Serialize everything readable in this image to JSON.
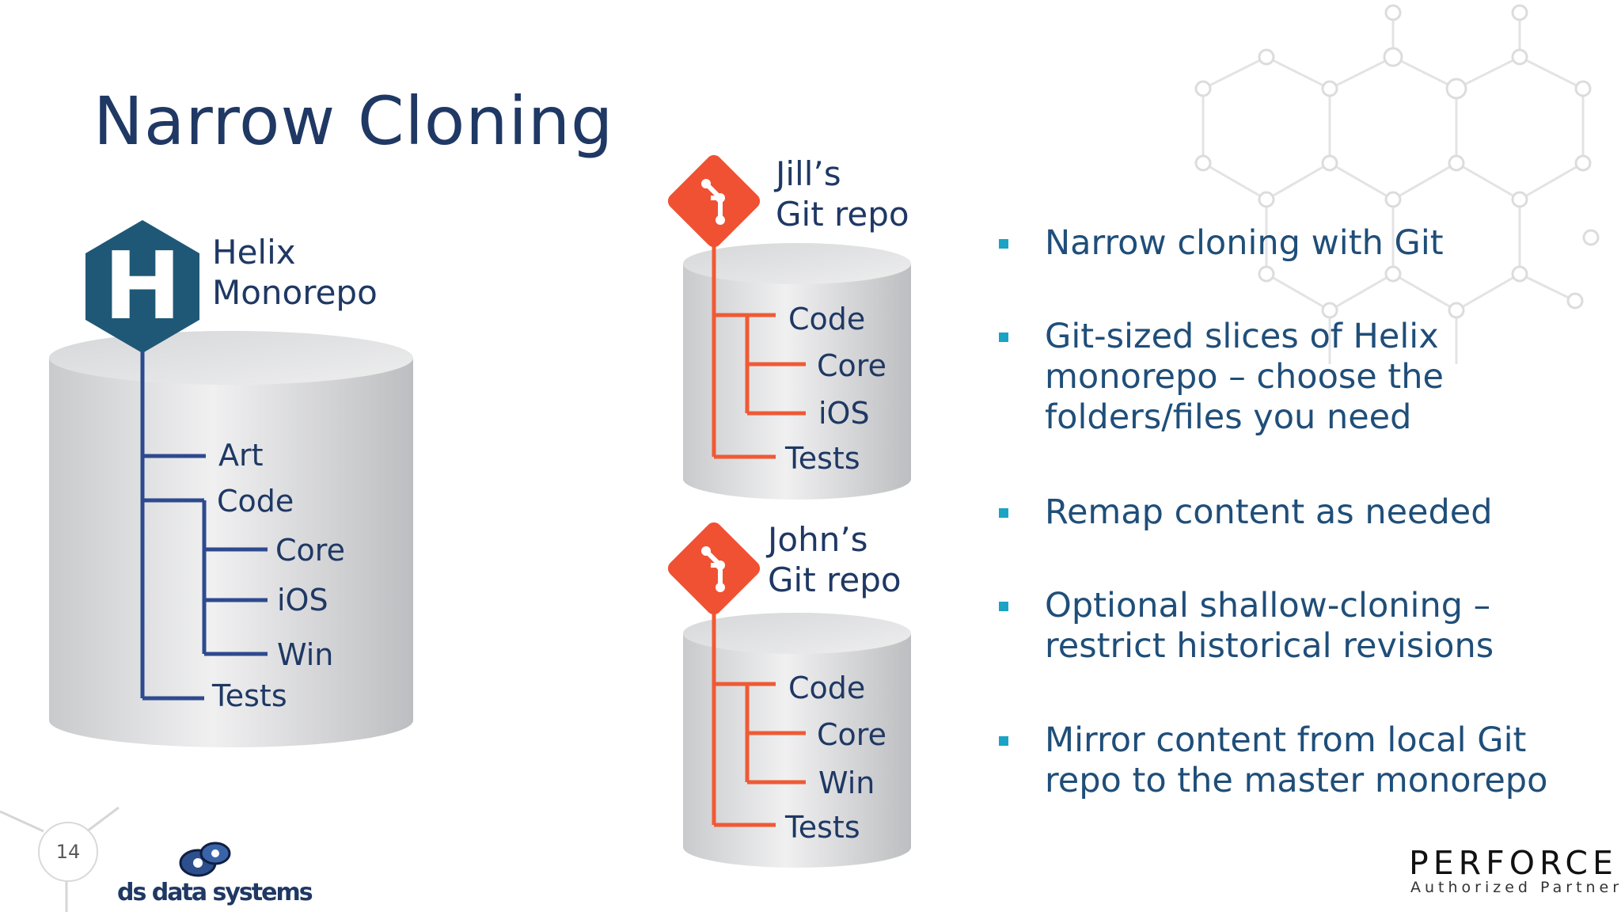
{
  "slide": {
    "title": "Narrow Cloning",
    "page_number": "14"
  },
  "helix": {
    "logo_letter": "H",
    "label_line1": "Helix",
    "label_line2": "Monorepo",
    "folders": [
      "Art",
      "Code",
      "Core",
      "iOS",
      "Win",
      "Tests"
    ]
  },
  "jill": {
    "label_line1": "Jill’s",
    "label_line2": "Git repo",
    "folders": [
      "Code",
      "Core",
      "iOS",
      "Tests"
    ]
  },
  "john": {
    "label_line1": "John’s",
    "label_line2": "Git repo",
    "folders": [
      "Code",
      "Core",
      "Win",
      "Tests"
    ]
  },
  "bullets": [
    {
      "lines": [
        "Narrow cloning with Git"
      ]
    },
    {
      "lines": [
        "Git-sized slices of Helix",
        "monorepo – choose the",
        "folders/files you need"
      ]
    },
    {
      "lines": [
        "Remap content as needed"
      ]
    },
    {
      "lines": [
        "Optional shallow-cloning –",
        "restrict historical revisions"
      ]
    },
    {
      "lines": [
        "Mirror content from local Git",
        "repo to the master monorepo"
      ]
    }
  ],
  "footer": {
    "company": "ds data systems",
    "partner_name": "PERFORCE",
    "partner_sub": "Authorized Partner"
  },
  "colors": {
    "title": "#1f3864",
    "helix_tree": "#2e4a8f",
    "git_tree": "#ef5a35",
    "bullet_marker": "#1aa3c4",
    "helix_logo": "#1f5876",
    "git_logo": "#f05133"
  },
  "icons": {
    "helix_logo": "helix-hexagon-icon",
    "git_logo": "git-diamond-icon",
    "bullet": "square-bullet-icon"
  }
}
